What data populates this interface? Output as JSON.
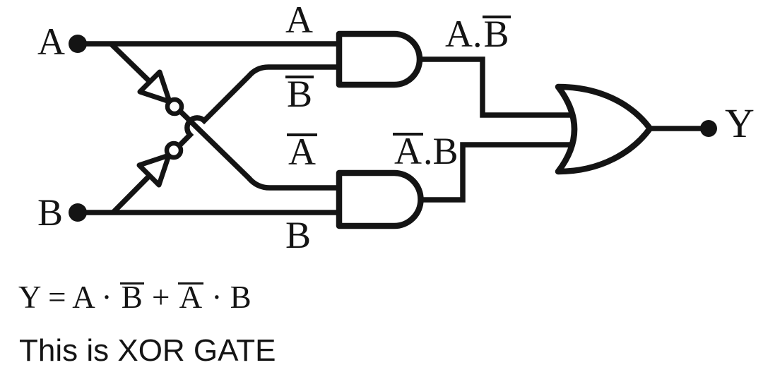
{
  "colors": {
    "ink": "#141414",
    "background": "#ffffff"
  },
  "diagram": {
    "input_a": "A",
    "input_b": "B",
    "wire_a": "A",
    "wire_b_bar": "B",
    "wire_a_bar": "A",
    "wire_b": "B",
    "and1_out_prefix": "A.",
    "and1_out_barred": "B",
    "and2_out_barred": "A",
    "and2_out_suffix": ".B",
    "output_y": "Y",
    "gates": [
      {
        "type": "NOT",
        "symbol": "inverter-triangle-with-bubble",
        "input": "A",
        "output": "A-bar"
      },
      {
        "type": "NOT",
        "symbol": "inverter-triangle-with-bubble",
        "input": "B",
        "output": "B-bar"
      },
      {
        "type": "AND",
        "symbol": "and-gate",
        "inputs": "A, B-bar",
        "output": "A.B-bar"
      },
      {
        "type": "AND",
        "symbol": "and-gate",
        "inputs": "A-bar, B",
        "output": "A-bar.B"
      },
      {
        "type": "OR",
        "symbol": "or-gate",
        "inputs": "A.B-bar, A-bar.B",
        "output": "Y"
      }
    ]
  },
  "equation": {
    "lead": "Y = A · ",
    "b_barred": "B",
    "middle": " + ",
    "a_barred": "A",
    "tail": " · B"
  },
  "caption": "This is XOR GATE"
}
